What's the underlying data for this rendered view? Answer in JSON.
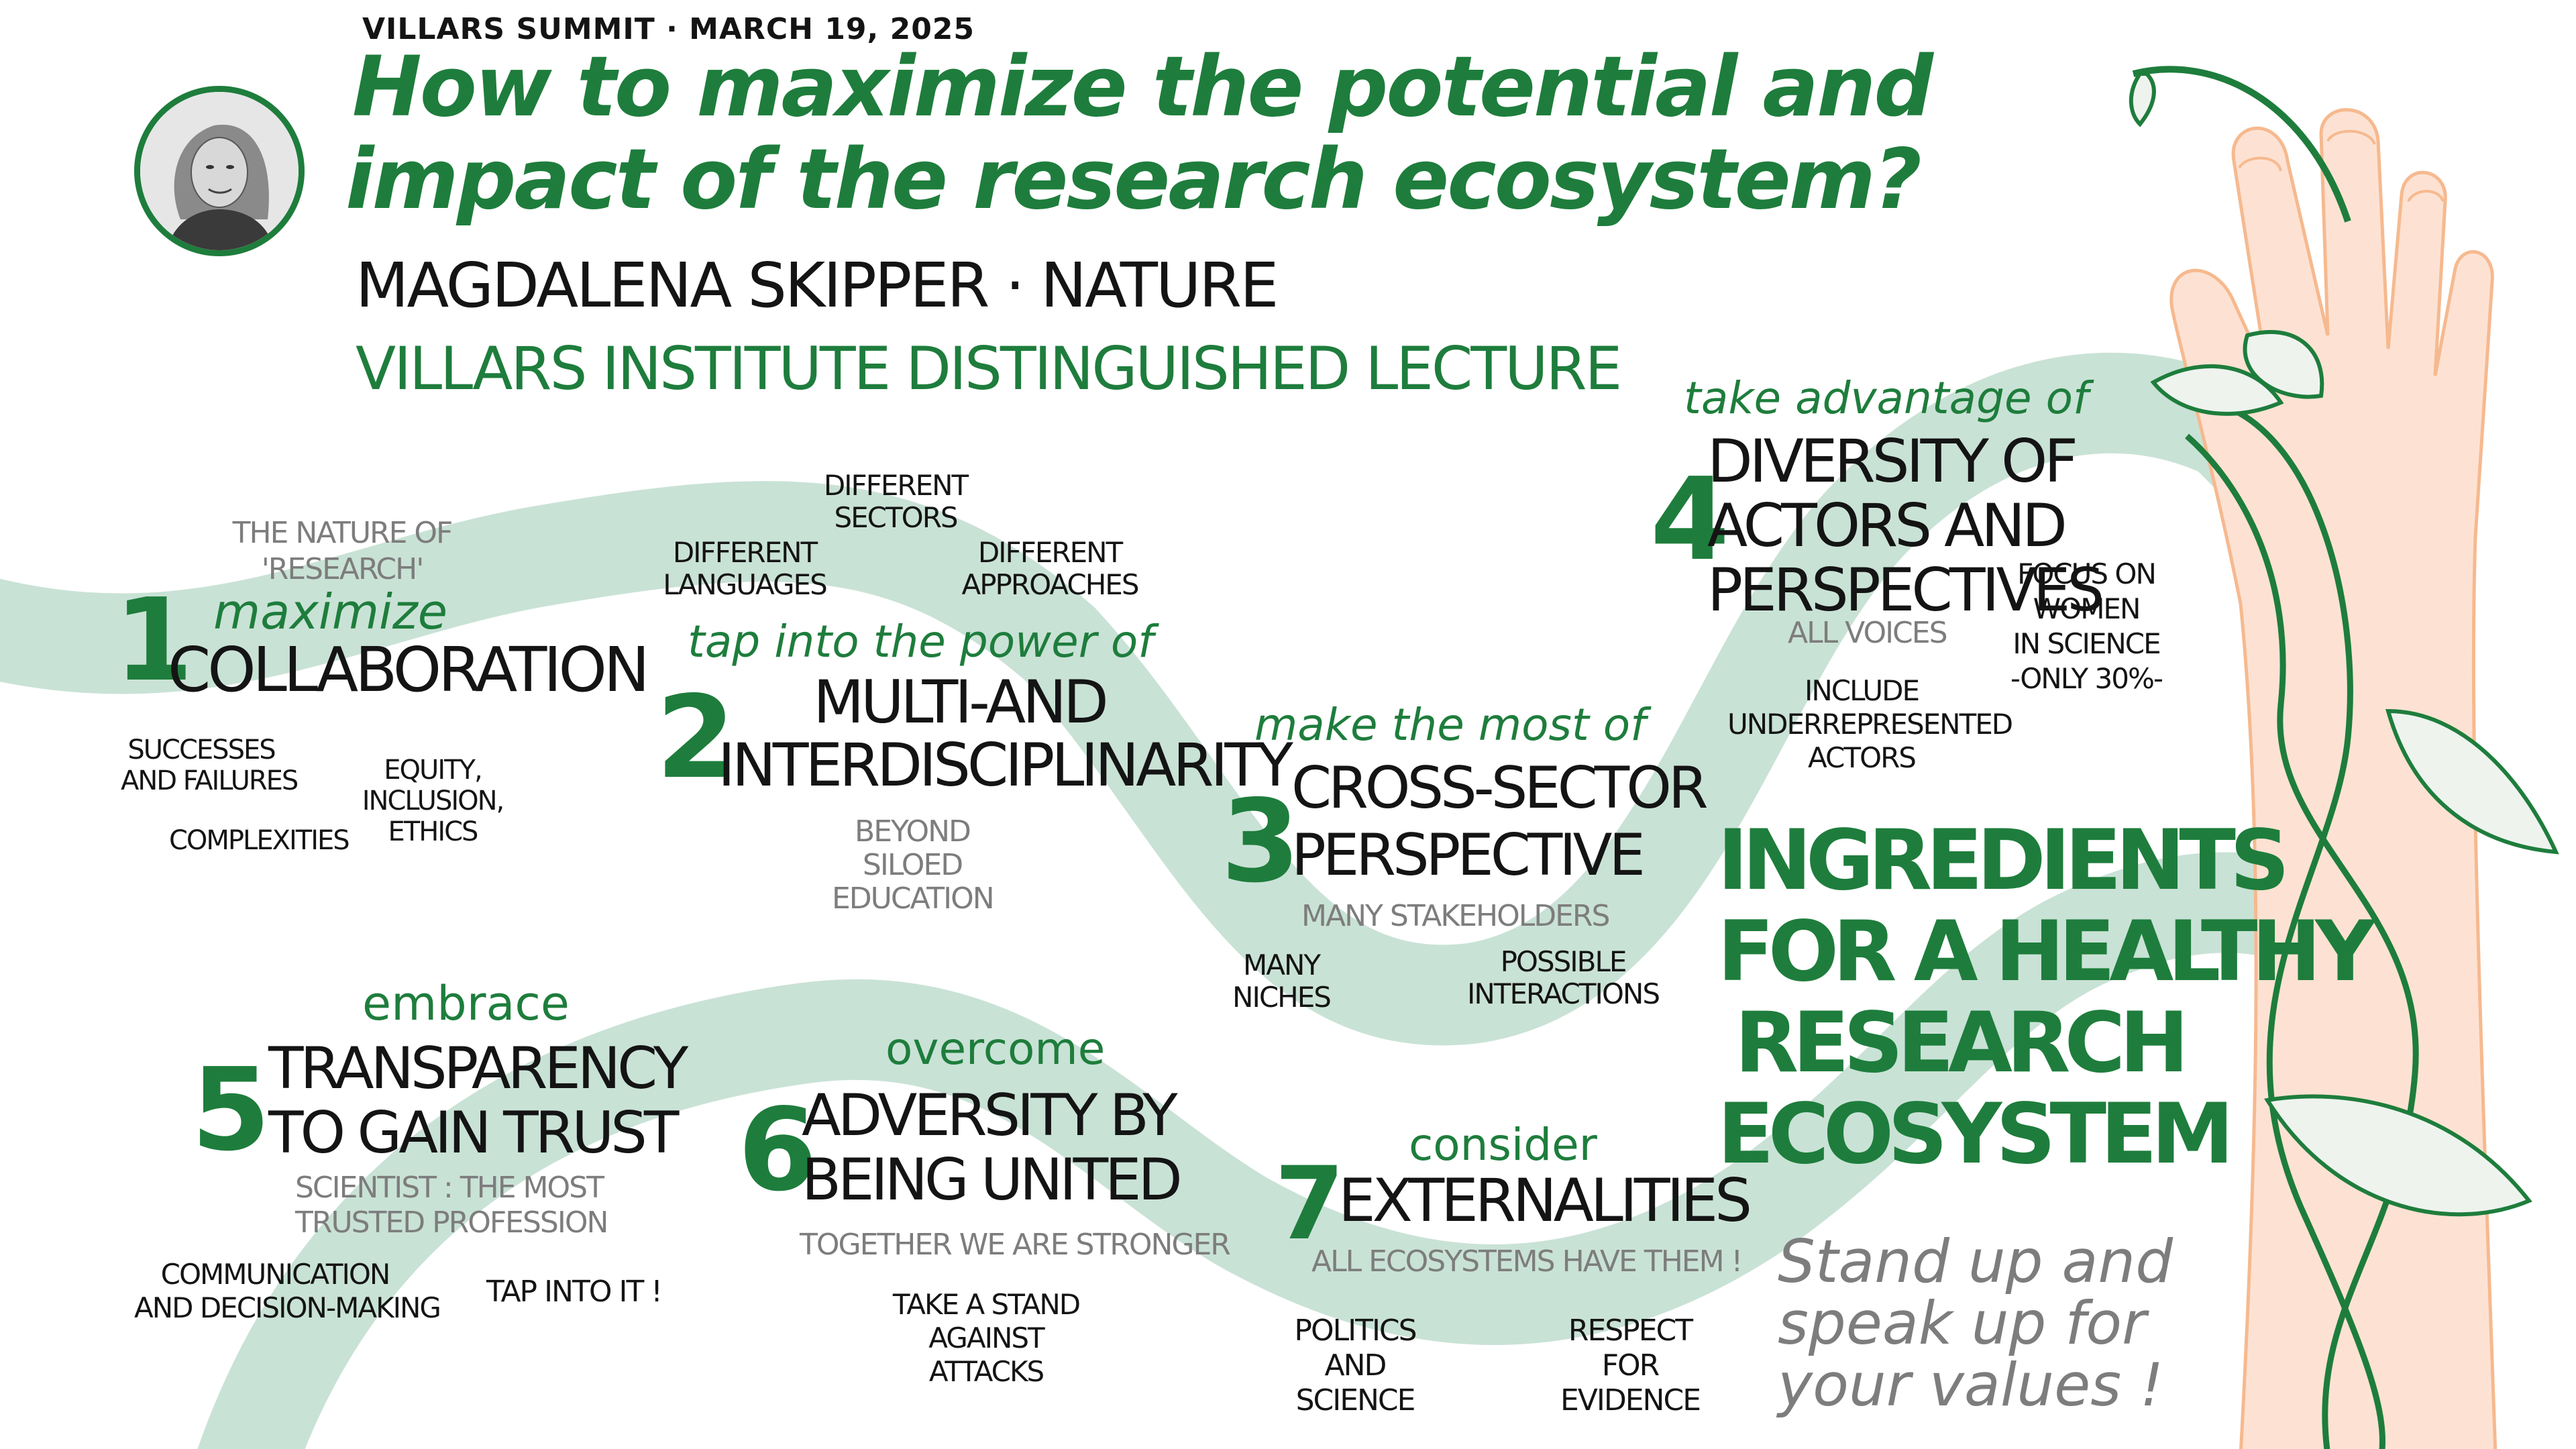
{
  "colors": {
    "accent": "#1e7d3c",
    "river": "#c9e2d6",
    "ink": "#141414",
    "grey": "#7d7d7d",
    "skin": "#fde2d3",
    "skin_line": "#f6b98f"
  },
  "header": {
    "event": "VILLARS SUMMIT · MARCH 19, 2025",
    "title_line1": "How to maximize the potential and",
    "title_line2": "impact of the research ecosystem?",
    "speaker": "MAGDALENA SKIPPER · NATURE",
    "lecture": "VILLARS INSTITUTE DISTINGUISHED LECTURE"
  },
  "s1": {
    "num": "1",
    "pre": "maximize",
    "head": "COLLABORATION",
    "note_lines": [
      "THE NATURE OF",
      "'RESEARCH'"
    ],
    "a_lines": [
      "SUCCESSES",
      "AND FAILURES"
    ],
    "b_lines": [
      "EQUITY,",
      "INCLUSION,",
      "ETHICS"
    ],
    "c": "COMPLEXITIES"
  },
  "s2": {
    "num": "2",
    "pre": "tap into the power of",
    "head_lines": [
      "MULTI-AND",
      "INTERDISCIPLINARITY"
    ],
    "a_lines": [
      "DIFFERENT",
      "SECTORS"
    ],
    "b_lines": [
      "DIFFERENT",
      "LANGUAGES"
    ],
    "c_lines": [
      "DIFFERENT",
      "APPROACHES"
    ],
    "note_lines": [
      "BEYOND",
      "SILOED",
      "EDUCATION"
    ]
  },
  "s3": {
    "num": "3",
    "pre": "make the most of",
    "head_lines": [
      "CROSS-SECTOR",
      "PERSPECTIVE"
    ],
    "note": "MANY STAKEHOLDERS",
    "a_lines": [
      "MANY",
      "NICHES"
    ],
    "b_lines": [
      "POSSIBLE",
      "INTERACTIONS"
    ]
  },
  "s4": {
    "num": "4",
    "pre": "take advantage of",
    "head_lines": [
      "DIVERSITY OF",
      "ACTORS AND",
      "PERSPECTIVES"
    ],
    "note": "ALL VOICES",
    "a_lines": [
      "INCLUDE",
      "UNDERREPRESENTED",
      "ACTORS"
    ],
    "b_lines": [
      "FOCUS ON",
      "WOMEN",
      "IN SCIENCE",
      "-ONLY 30%-"
    ]
  },
  "s5": {
    "num": "5",
    "pre": "embrace",
    "head_lines": [
      "TRANSPARENCY",
      "TO GAIN TRUST"
    ],
    "note_lines": [
      "SCIENTIST : THE MOST",
      "TRUSTED PROFESSION"
    ],
    "a_lines": [
      "COMMUNICATION",
      "AND DECISION-MAKING"
    ],
    "b": "TAP INTO IT !"
  },
  "s6": {
    "num": "6",
    "pre": "overcome",
    "head_lines": [
      "ADVERSITY BY",
      "BEING UNITED"
    ],
    "note": "TOGETHER WE ARE STRONGER",
    "a_lines": [
      "TAKE A STAND",
      "AGAINST",
      "ATTACKS"
    ]
  },
  "s7": {
    "num": "7",
    "pre": "consider",
    "head": "EXTERNALITIES",
    "note": "ALL ECOSYSTEMS HAVE THEM !",
    "a_lines": [
      "POLITICS",
      "AND",
      "SCIENCE"
    ],
    "b_lines": [
      "RESPECT",
      "FOR",
      "EVIDENCE"
    ]
  },
  "ingredients": {
    "lines": [
      "INGREDIENTS",
      "FOR A HEALTHY",
      "RESEARCH",
      "ECOSYSTEM"
    ]
  },
  "closing": {
    "lines": [
      "Stand up and",
      "speak up for",
      "your values !"
    ]
  },
  "icons": {
    "portrait": "speaker-portrait",
    "hand": "hand-illustration",
    "vine": "vine-illustration"
  }
}
